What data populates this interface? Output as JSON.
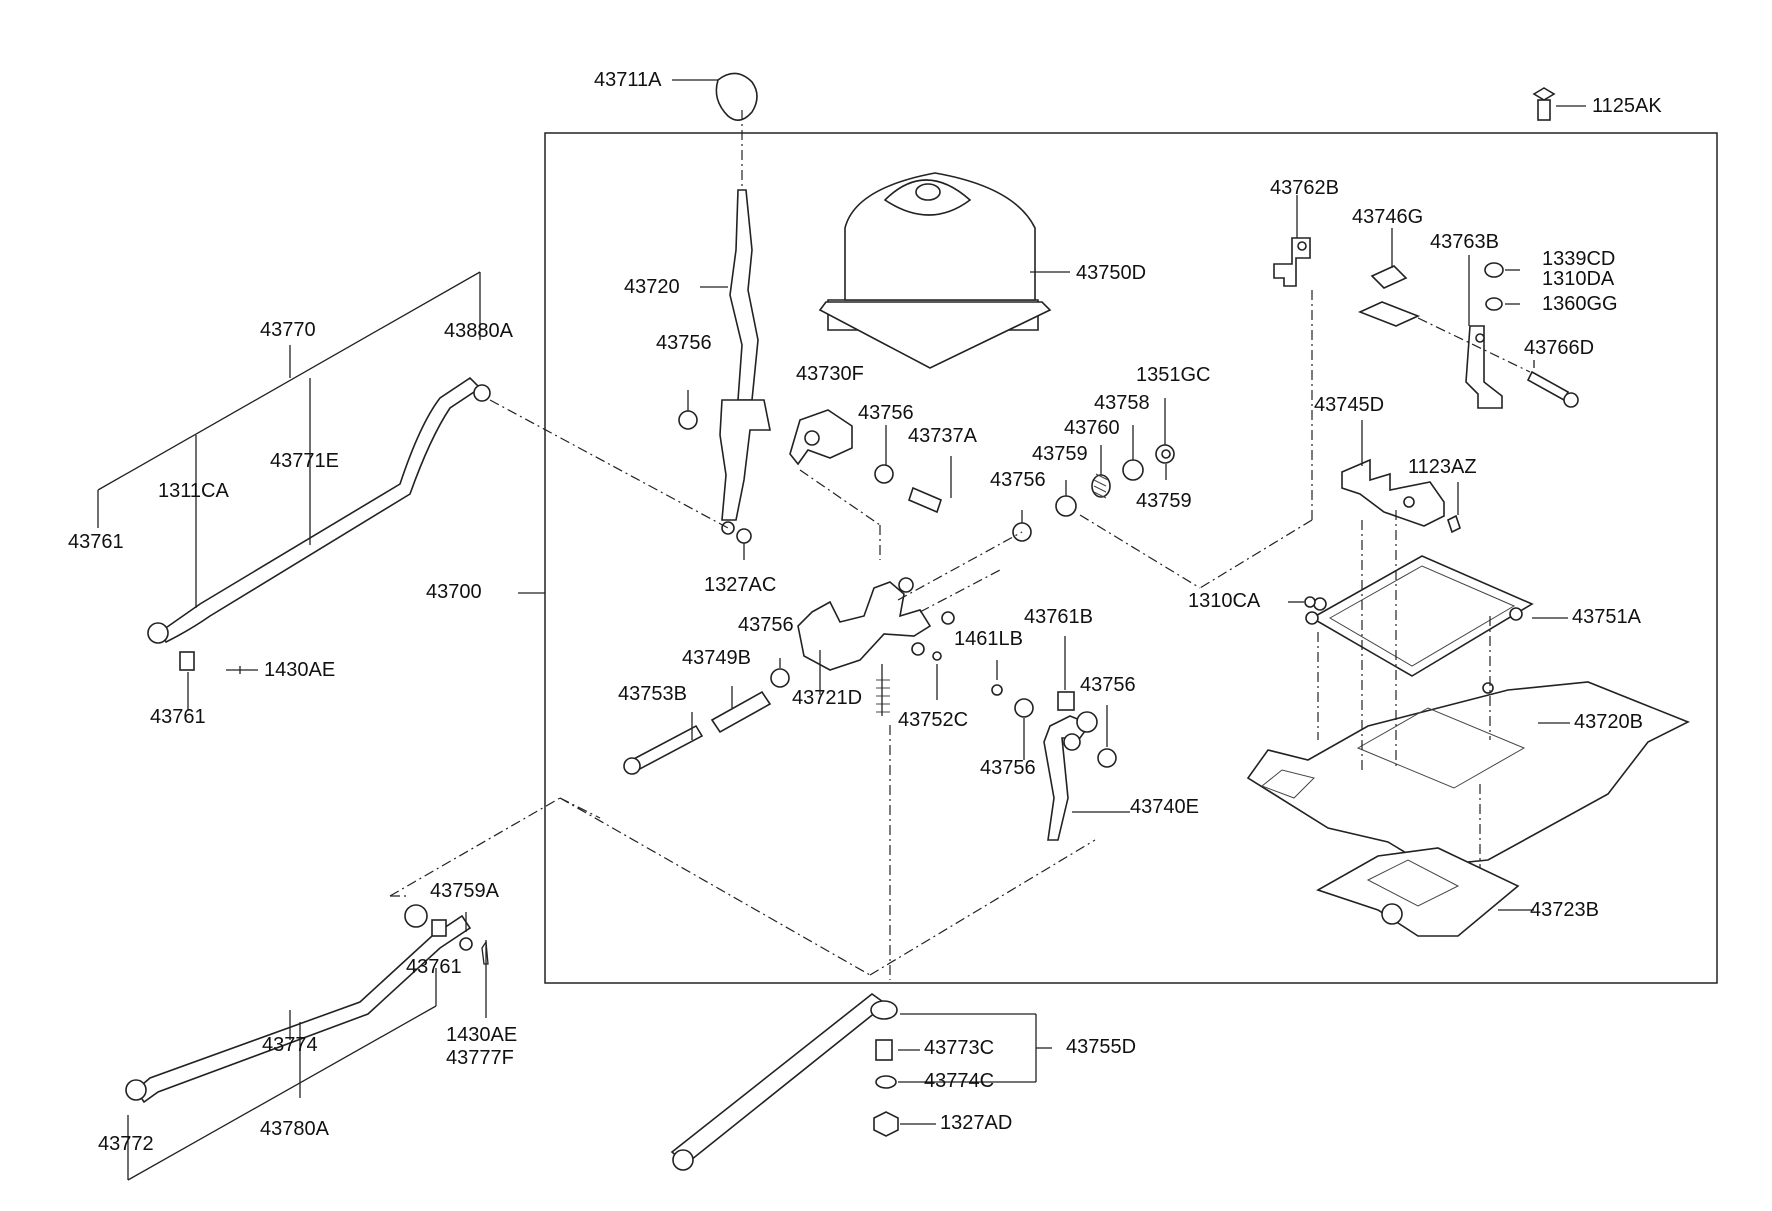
{
  "part_labels": {
    "p43711A": "43711A",
    "p1125AK": "1125AK",
    "p43720": "43720",
    "p43750D": "43750D",
    "p43762B": "43762B",
    "p43746G": "43746G",
    "p43763B": "43763B",
    "p1339CD": "1339CD",
    "p1310DA": "1310DA",
    "p1360GG": "1360GG",
    "p43766D": "43766D",
    "p43770": "43770",
    "p43880A": "43880A",
    "p43756_a": "43756",
    "p43730F": "43730F",
    "p43756_b": "43756",
    "p43737A": "43737A",
    "p1351GC": "1351GC",
    "p43758": "43758",
    "p43760": "43760",
    "p43745D": "43745D",
    "p43771E": "43771E",
    "p1311CA": "1311CA",
    "p43759_a": "43759",
    "p43756_c": "43756",
    "p43759_b": "43759",
    "p1123AZ": "1123AZ",
    "p43761_a": "43761",
    "p43700": "43700",
    "p1327AC": "1327AC",
    "p1310CA": "1310CA",
    "p43751A": "43751A",
    "p43756_d": "43756",
    "p43761B": "43761B",
    "p1461LB": "1461LB",
    "p43749B": "43749B",
    "p1430AE_a": "1430AE",
    "p43753B": "43753B",
    "p43721D": "43721D",
    "p43752C": "43752C",
    "p43756_e": "43756",
    "p43720B": "43720B",
    "p43761_b": "43761",
    "p43756_f": "43756",
    "p43740E": "43740E",
    "p43759A": "43759A",
    "p43723B": "43723B",
    "p43761_c": "43761",
    "p1430AE_b": "1430AE",
    "p43777F": "43777F",
    "p43774": "43774",
    "p43773C": "43773C",
    "p43755D": "43755D",
    "p43774C": "43774C",
    "p1327AD": "1327AD",
    "p43780A": "43780A",
    "p43772": "43772"
  }
}
